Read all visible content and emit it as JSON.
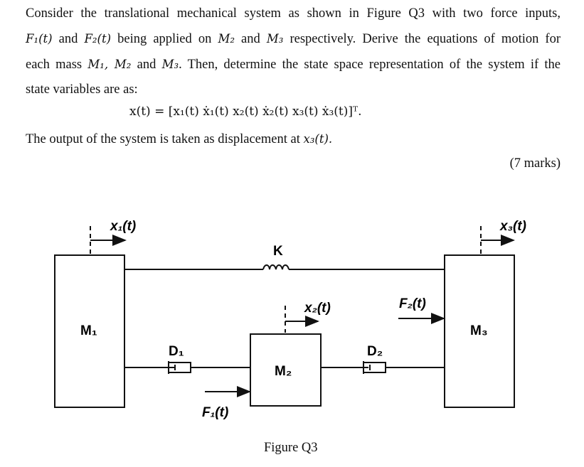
{
  "question": {
    "line1": "Consider the translational mechanical system as shown in Figure Q3 with two force inputs,",
    "line2a": " and ",
    "line2b": " being applied on ",
    "line2c": " and ",
    "line2d": " respectively. Derive the equations of motion for",
    "line3a": "each mass ",
    "line3b": " and ",
    "line3c": ". Then, determine the state space representation of the system if the",
    "line4": "state variables are as:",
    "sym_F1": "F₁(t)",
    "sym_F2": "F₂(t)",
    "sym_M2": "M₂",
    "sym_M3": "M₃",
    "sym_M1M2": "M₁, M₂",
    "equation": "x(t) = [x₁(t)   ẋ₁(t)   x₂(t)   ẋ₂(t)   x₃(t)   ẋ₃(t)]ᵀ.",
    "output": "The output of the system is taken as displacement at ",
    "output_sym": "x₃(t).",
    "marks": "(7 marks)"
  },
  "figure": {
    "caption": "Figure Q3",
    "mass1": "M₁",
    "mass2": "M₂",
    "mass3": "M₃",
    "spring": "K",
    "damper1": "D₁",
    "damper2": "D₂",
    "disp1": "x₁(t)",
    "disp2": "x₂(t)",
    "disp3": "x₃(t)",
    "force1": "F₁(t)",
    "force2": "F₂(t)"
  }
}
